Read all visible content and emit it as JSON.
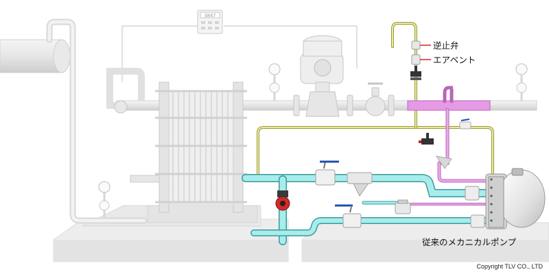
{
  "labels": {
    "check_valve": "逆止弁",
    "air_vent": "エアベント",
    "pump": "従来のメカニカルポンプ"
  },
  "copyright": "Copyright TLV CO., LTD",
  "controller_display": "3847",
  "colors": {
    "steam_pipe": "#e69ae6",
    "condensate_pipe": "#a8ecec",
    "vent_pipe": "#e6e6a0",
    "equipment": "#ececec",
    "valve_handle": "#1f4fa8",
    "leader": "#e02020"
  }
}
